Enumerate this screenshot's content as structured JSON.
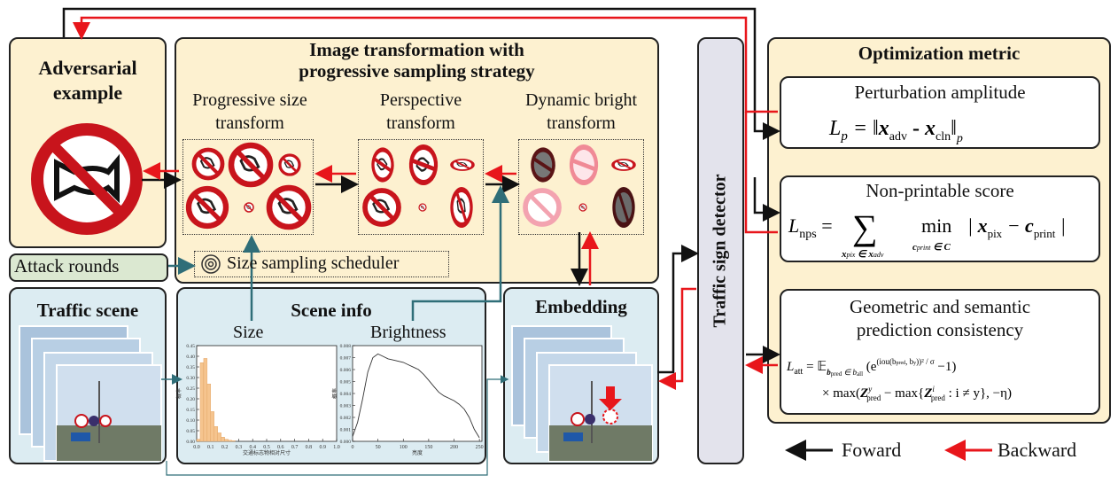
{
  "panels": {
    "adversarial": {
      "line1": "Adversarial",
      "line2": "example"
    },
    "transform": {
      "title1": "Image transformation with",
      "title2": "progressive sampling strategy",
      "size": {
        "line1": "Progressive size",
        "line2": "transform"
      },
      "perspective": {
        "line1": "Perspective",
        "line2": "transform"
      },
      "bright": {
        "line1": "Dynamic bright",
        "line2": "transform"
      },
      "scheduler": "Size sampling scheduler"
    },
    "attack_rounds": "Attack rounds",
    "traffic_scene": "Traffic scene",
    "scene_info": {
      "title": "Scene info",
      "size_label": "Size",
      "brightness_label": "Brightness"
    },
    "embedding": "Embedding",
    "detector": "Traffic sign detector",
    "optimization": {
      "title": "Optimization metric",
      "perturbation": "Perturbation amplitude",
      "nps": "Non-printable score",
      "geo1": "Geometric and semantic",
      "geo2": "prediction consistency"
    }
  },
  "legend": {
    "forward": "Foward",
    "backward": "Backward"
  },
  "colors": {
    "forward": "#111111",
    "backward": "#e8161b",
    "teal": "#2f6e78",
    "hist_bar": "#f5c48e"
  },
  "size_chart": {
    "xlabel": "交通标志物相对尺寸",
    "ylabel": "概率",
    "x_ticks": [
      "0.0",
      "0.1",
      "0.2",
      "0.3",
      "0.4",
      "0.5",
      "0.6",
      "0.7",
      "0.8",
      "0.9",
      "1.0"
    ],
    "y_ticks": [
      "0.00",
      "0.05",
      "0.10",
      "0.15",
      "0.20",
      "0.25",
      "0.30",
      "0.35",
      "0.40",
      "0.45"
    ],
    "bin_width": 0.025,
    "bins": [
      0.0,
      0.025,
      0.05,
      0.075,
      0.1,
      0.125,
      0.15,
      0.175,
      0.2,
      0.225,
      0.25
    ],
    "values": [
      0.01,
      0.37,
      0.39,
      0.27,
      0.14,
      0.07,
      0.04,
      0.02,
      0.01,
      0.005,
      0.003
    ],
    "xlim": [
      0,
      1.0
    ],
    "ylim": [
      0,
      0.45
    ]
  },
  "bright_chart": {
    "xlabel": "亮度",
    "ylabel": "概率",
    "x_ticks": [
      "0",
      "50",
      "100",
      "150",
      "200",
      "250"
    ],
    "y_ticks": [
      "0.000",
      "0.001",
      "0.002",
      "0.003",
      "0.004",
      "0.005",
      "0.006",
      "0.007",
      "0.008"
    ],
    "xlim": [
      0,
      255
    ],
    "ylim": [
      0,
      0.008
    ],
    "x": [
      0,
      10,
      20,
      30,
      40,
      50,
      60,
      70,
      80,
      90,
      100,
      110,
      120,
      130,
      140,
      150,
      160,
      170,
      180,
      190,
      200,
      210,
      220,
      230,
      240,
      250
    ],
    "y": [
      0.0004,
      0.0016,
      0.0036,
      0.0058,
      0.007,
      0.0073,
      0.0071,
      0.0069,
      0.0068,
      0.0067,
      0.0066,
      0.0064,
      0.0062,
      0.006,
      0.0056,
      0.0051,
      0.0046,
      0.0041,
      0.0038,
      0.0036,
      0.0034,
      0.0031,
      0.0027,
      0.002,
      0.001,
      0.0003
    ]
  }
}
